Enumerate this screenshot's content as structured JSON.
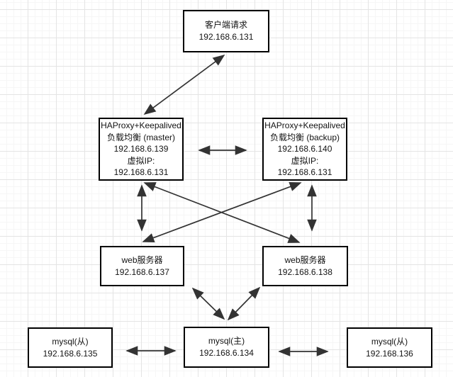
{
  "diagram": {
    "colors": {
      "box_fill": "#ffffff",
      "box_border": "#000000",
      "arrow": "#333333",
      "grid_major": "#e4e4e4",
      "grid_minor": "#f6f6f6",
      "text": "#141414"
    },
    "nodes": {
      "client": {
        "lines": [
          "客户端请求",
          "192.168.6.131"
        ]
      },
      "haproxy_master": {
        "lines": [
          "HAProxy+Keepalived",
          "负载均衡 (master)",
          "192.168.6.139",
          "虚拟IP:",
          "192.168.6.131"
        ]
      },
      "haproxy_backup": {
        "lines": [
          "HAProxy+Keepalived",
          "负载均衡 (backup)",
          "192.168.6.140",
          "虚拟IP:",
          "192.168.6.131"
        ]
      },
      "web1": {
        "lines": [
          "web服务器",
          "192.168.6.137"
        ]
      },
      "web2": {
        "lines": [
          "web服务器",
          "192.168.6.138"
        ]
      },
      "mysql_slave1": {
        "lines": [
          "mysql(从)",
          "192.168.6.135"
        ]
      },
      "mysql_master": {
        "lines": [
          "mysql(主)",
          "192.168.6.134"
        ]
      },
      "mysql_slave2": {
        "lines": [
          "mysql(从)",
          "192.168.136"
        ]
      }
    },
    "edges": [
      {
        "from": "client",
        "to": "haproxy_master",
        "bidirectional": true
      },
      {
        "from": "haproxy_master",
        "to": "haproxy_backup",
        "bidirectional": true
      },
      {
        "from": "haproxy_master",
        "to": "web1",
        "bidirectional": true
      },
      {
        "from": "haproxy_backup",
        "to": "web2",
        "bidirectional": true
      },
      {
        "from": "haproxy_master",
        "to": "web2",
        "bidirectional": true
      },
      {
        "from": "haproxy_backup",
        "to": "web1",
        "bidirectional": true
      },
      {
        "from": "web1",
        "to": "mysql_master",
        "bidirectional": true
      },
      {
        "from": "web2",
        "to": "mysql_master",
        "bidirectional": true
      },
      {
        "from": "mysql_slave1",
        "to": "mysql_master",
        "bidirectional": true
      },
      {
        "from": "mysql_master",
        "to": "mysql_slave2",
        "bidirectional": true
      }
    ]
  }
}
